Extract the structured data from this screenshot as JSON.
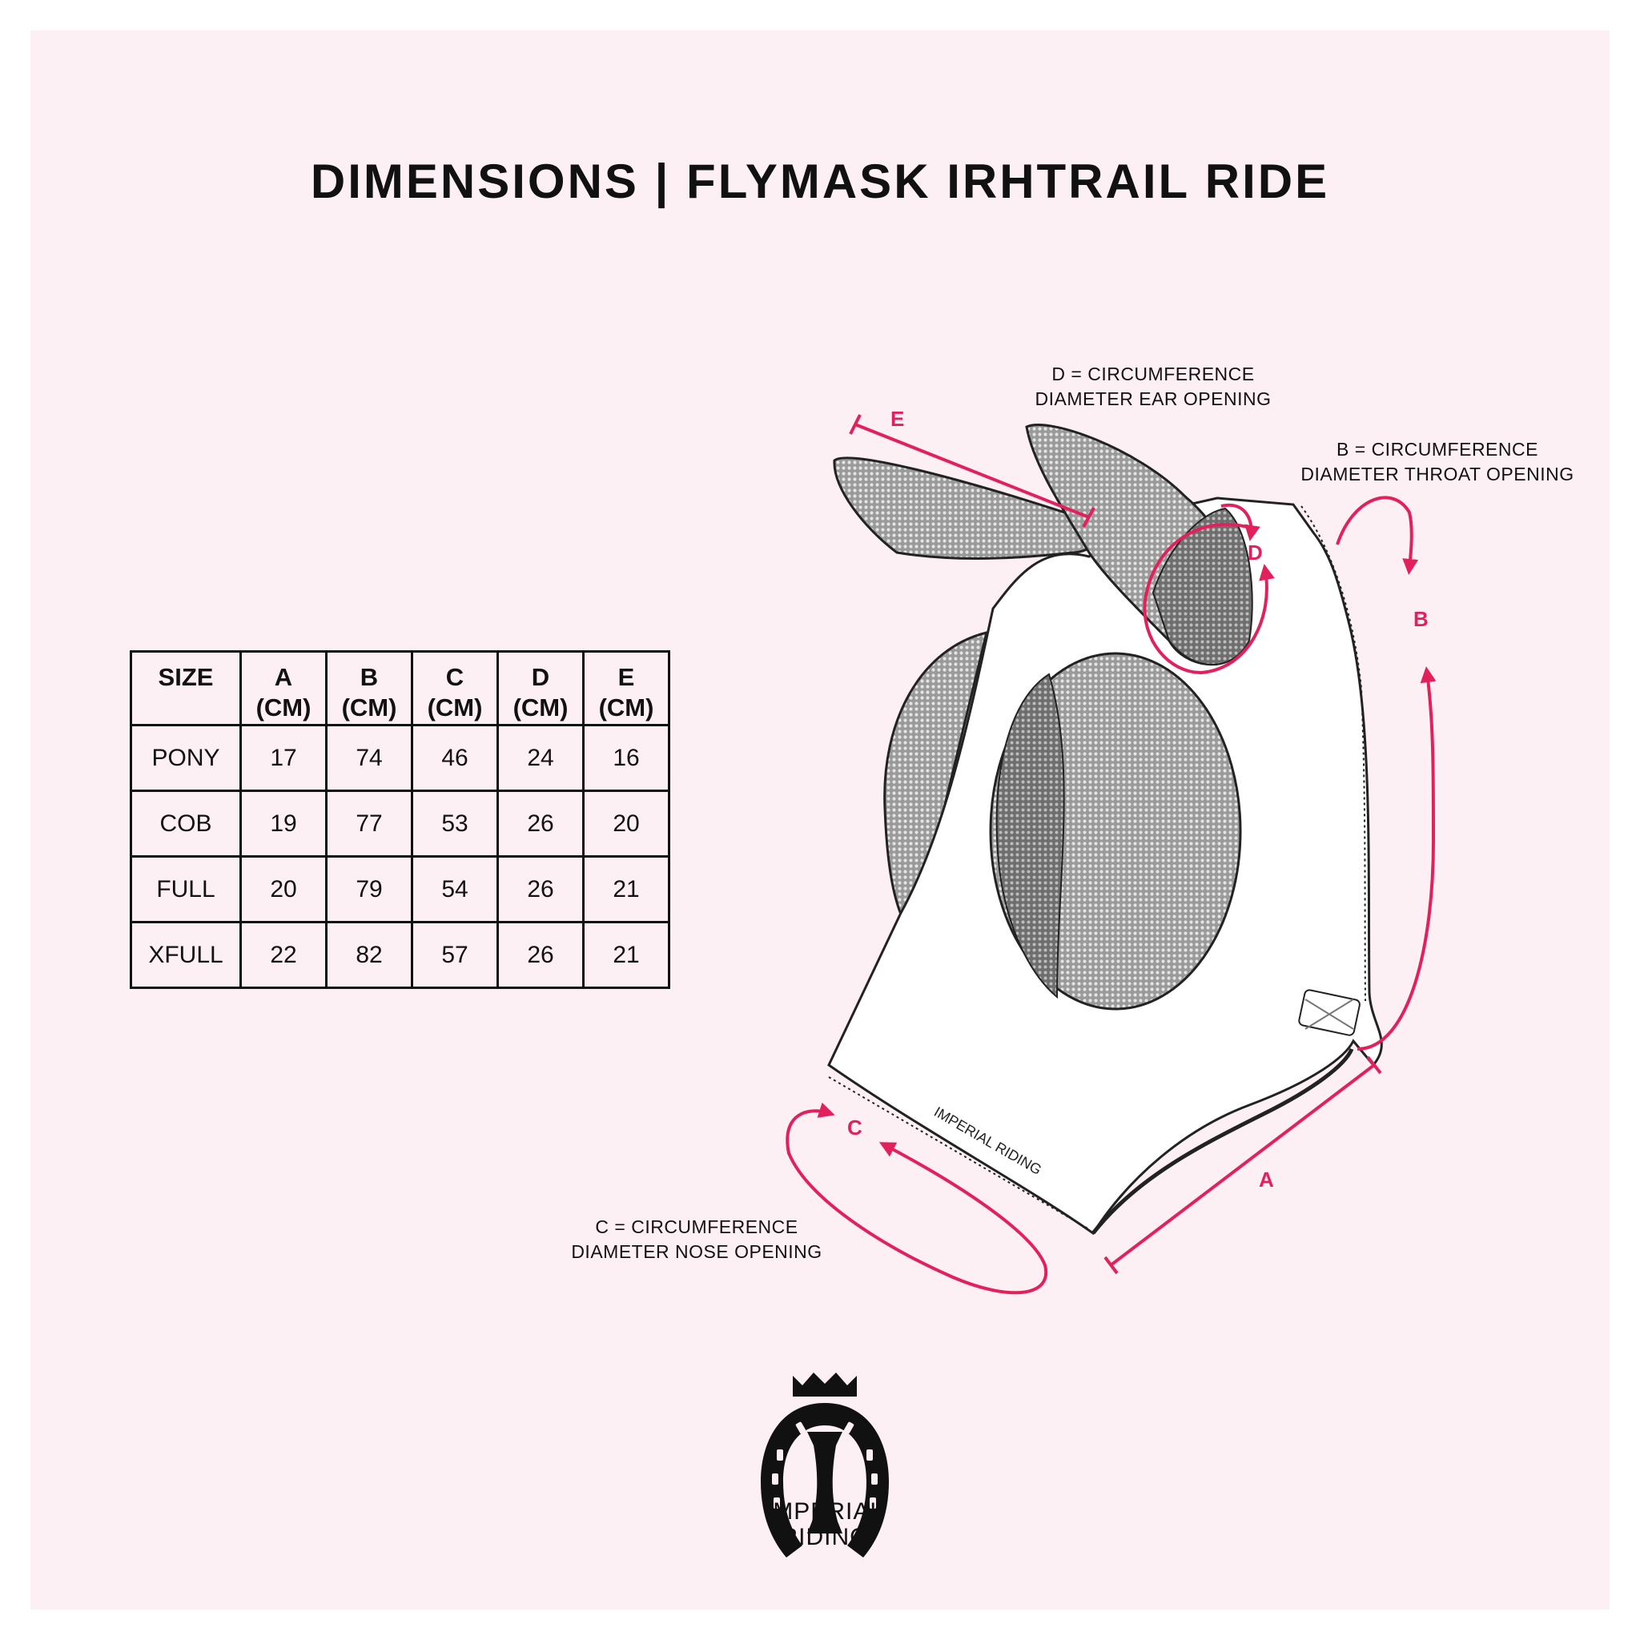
{
  "title": "DIMENSIONS | FLYMASK IRHTRAIL RIDE",
  "table": {
    "headers": [
      {
        "label": "SIZE",
        "unit": ""
      },
      {
        "label": "A",
        "unit": "(CM)"
      },
      {
        "label": "B",
        "unit": "(CM)"
      },
      {
        "label": "C",
        "unit": "(CM)"
      },
      {
        "label": "D",
        "unit": "(CM)"
      },
      {
        "label": "E",
        "unit": "(CM)"
      }
    ],
    "rows": [
      [
        "PONY",
        "17",
        "74",
        "46",
        "24",
        "16"
      ],
      [
        "COB",
        "19",
        "77",
        "53",
        "26",
        "20"
      ],
      [
        "FULL",
        "20",
        "79",
        "54",
        "26",
        "21"
      ],
      [
        "XFULL",
        "22",
        "82",
        "57",
        "26",
        "21"
      ]
    ]
  },
  "notes": {
    "d": {
      "line1": "D = CIRCUMFERENCE",
      "line2": "DIAMETER EAR OPENING"
    },
    "b": {
      "line1": "B = CIRCUMFERENCE",
      "line2": "DIAMETER THROAT OPENING"
    },
    "c": {
      "line1": "C = CIRCUMFERENCE",
      "line2": "DIAMETER NOSE OPENING"
    }
  },
  "markers": {
    "a": "A",
    "b": "B",
    "c": "C",
    "d": "D",
    "e": "E"
  },
  "mask_print": "IMPERIAL RIDING",
  "logo": {
    "line1": "IMPERIAL",
    "line2": "RIDING"
  },
  "colors": {
    "accent": "#e2215c",
    "background": "#fdf0f4",
    "ink": "#111111",
    "mesh": "#8a8a8a"
  }
}
